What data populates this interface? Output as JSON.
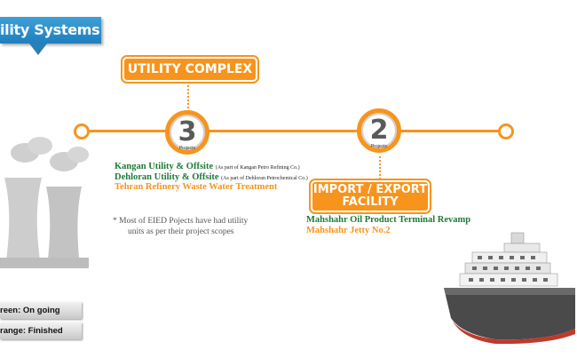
{
  "header": {
    "title": "ility Systems"
  },
  "utility_complex": {
    "label": "UTILITY COMPLEX",
    "count": "3",
    "star": "*",
    "badge_tag": "Projects"
  },
  "import_export": {
    "label_line1": "IMPORT / EXPORT",
    "label_line2": "FACILITY",
    "count": "2",
    "badge_tag": "Projects"
  },
  "utility_projects": [
    {
      "name": "Kangan Utility & Offsite",
      "note": "(As part of Kangan Petro Refining Co.)",
      "status": "green"
    },
    {
      "name": "Dehloran Utility & Offsite",
      "note": "(As part of Dehloran Petrochemical Co.)",
      "status": "green"
    },
    {
      "name": "Tehran Refinery Waste Water Treatment",
      "note": "",
      "status": "orange"
    }
  ],
  "import_projects": [
    {
      "name": "Mahshahr Oil Product Terminal Revamp",
      "status": "green"
    },
    {
      "name": "Mahshahr Jetty No.2",
      "status": "orange"
    }
  ],
  "footnote": {
    "line1": "* Most of EIED Pojects have had utility",
    "line2": "units as per their project scopes"
  },
  "legend": {
    "green": "reen: On going",
    "orange": "range: Finished"
  },
  "colors": {
    "accent": "#f7941d",
    "banner": "#2b8ccb",
    "ongoing": "#1f7a3a",
    "finished": "#f7941d"
  }
}
